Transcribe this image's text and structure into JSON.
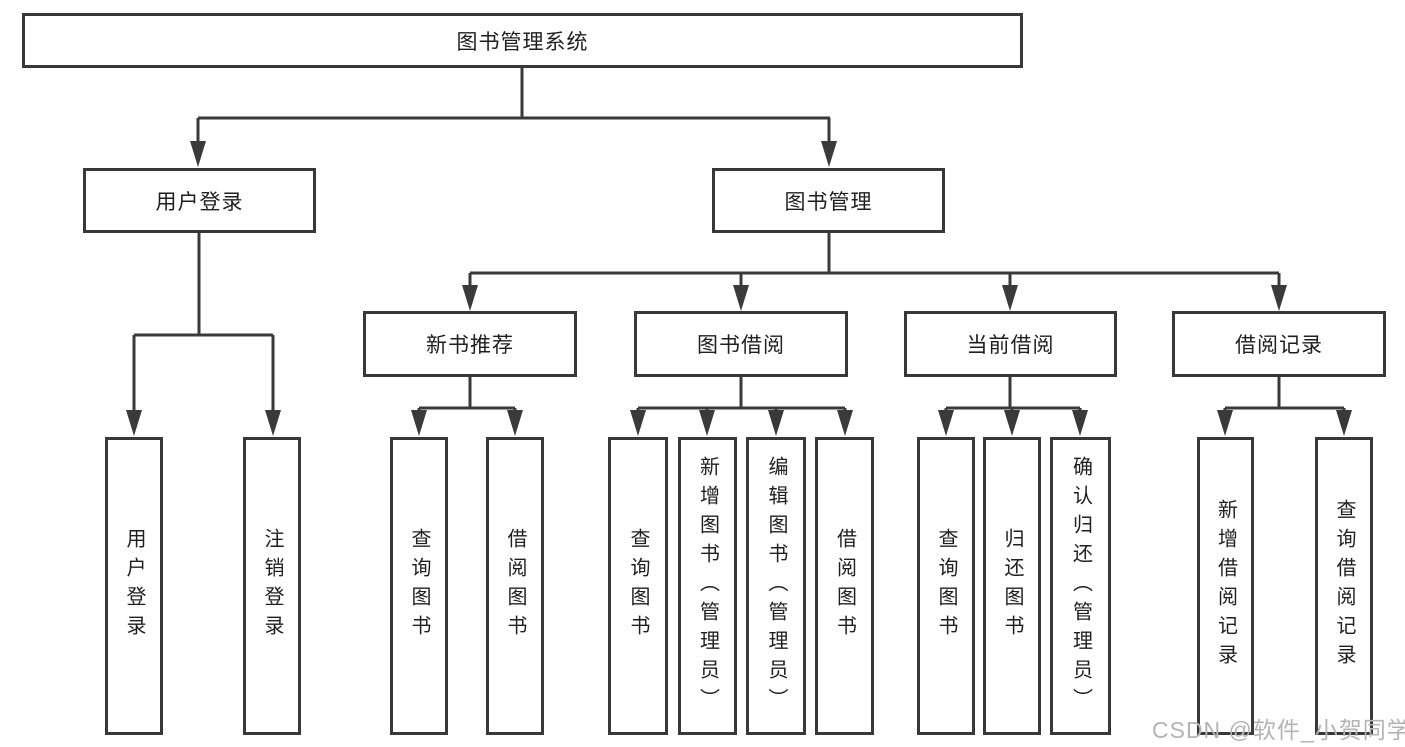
{
  "tree": {
    "label": "图书管理系统",
    "children": [
      {
        "label": "用户登录",
        "children": [
          {
            "label": "用户登录"
          },
          {
            "label": "注销登录"
          }
        ]
      },
      {
        "label": "图书管理",
        "children": [
          {
            "label": "新书推荐",
            "children": [
              {
                "label": "查询图书"
              },
              {
                "label": "借阅图书"
              }
            ]
          },
          {
            "label": "图书借阅",
            "children": [
              {
                "label": "查询图书"
              },
              {
                "label": "新增图书（管理员）"
              },
              {
                "label": "编辑图书（管理员）"
              },
              {
                "label": "借阅图书"
              }
            ]
          },
          {
            "label": "当前借阅",
            "children": [
              {
                "label": "查询图书"
              },
              {
                "label": "归还图书"
              },
              {
                "label": "确认归还（管理员）"
              }
            ]
          },
          {
            "label": "借阅记录",
            "children": [
              {
                "label": "新增借阅记录"
              },
              {
                "label": "查询借阅记录"
              }
            ]
          }
        ]
      }
    ]
  },
  "watermark": "CSDN @软件_小贺同学",
  "colors": {
    "line": "#3a3a3a",
    "box_border": "#383838",
    "text": "#1f1f1f",
    "watermark": "#b4b4b4",
    "background": "#ffffff"
  }
}
